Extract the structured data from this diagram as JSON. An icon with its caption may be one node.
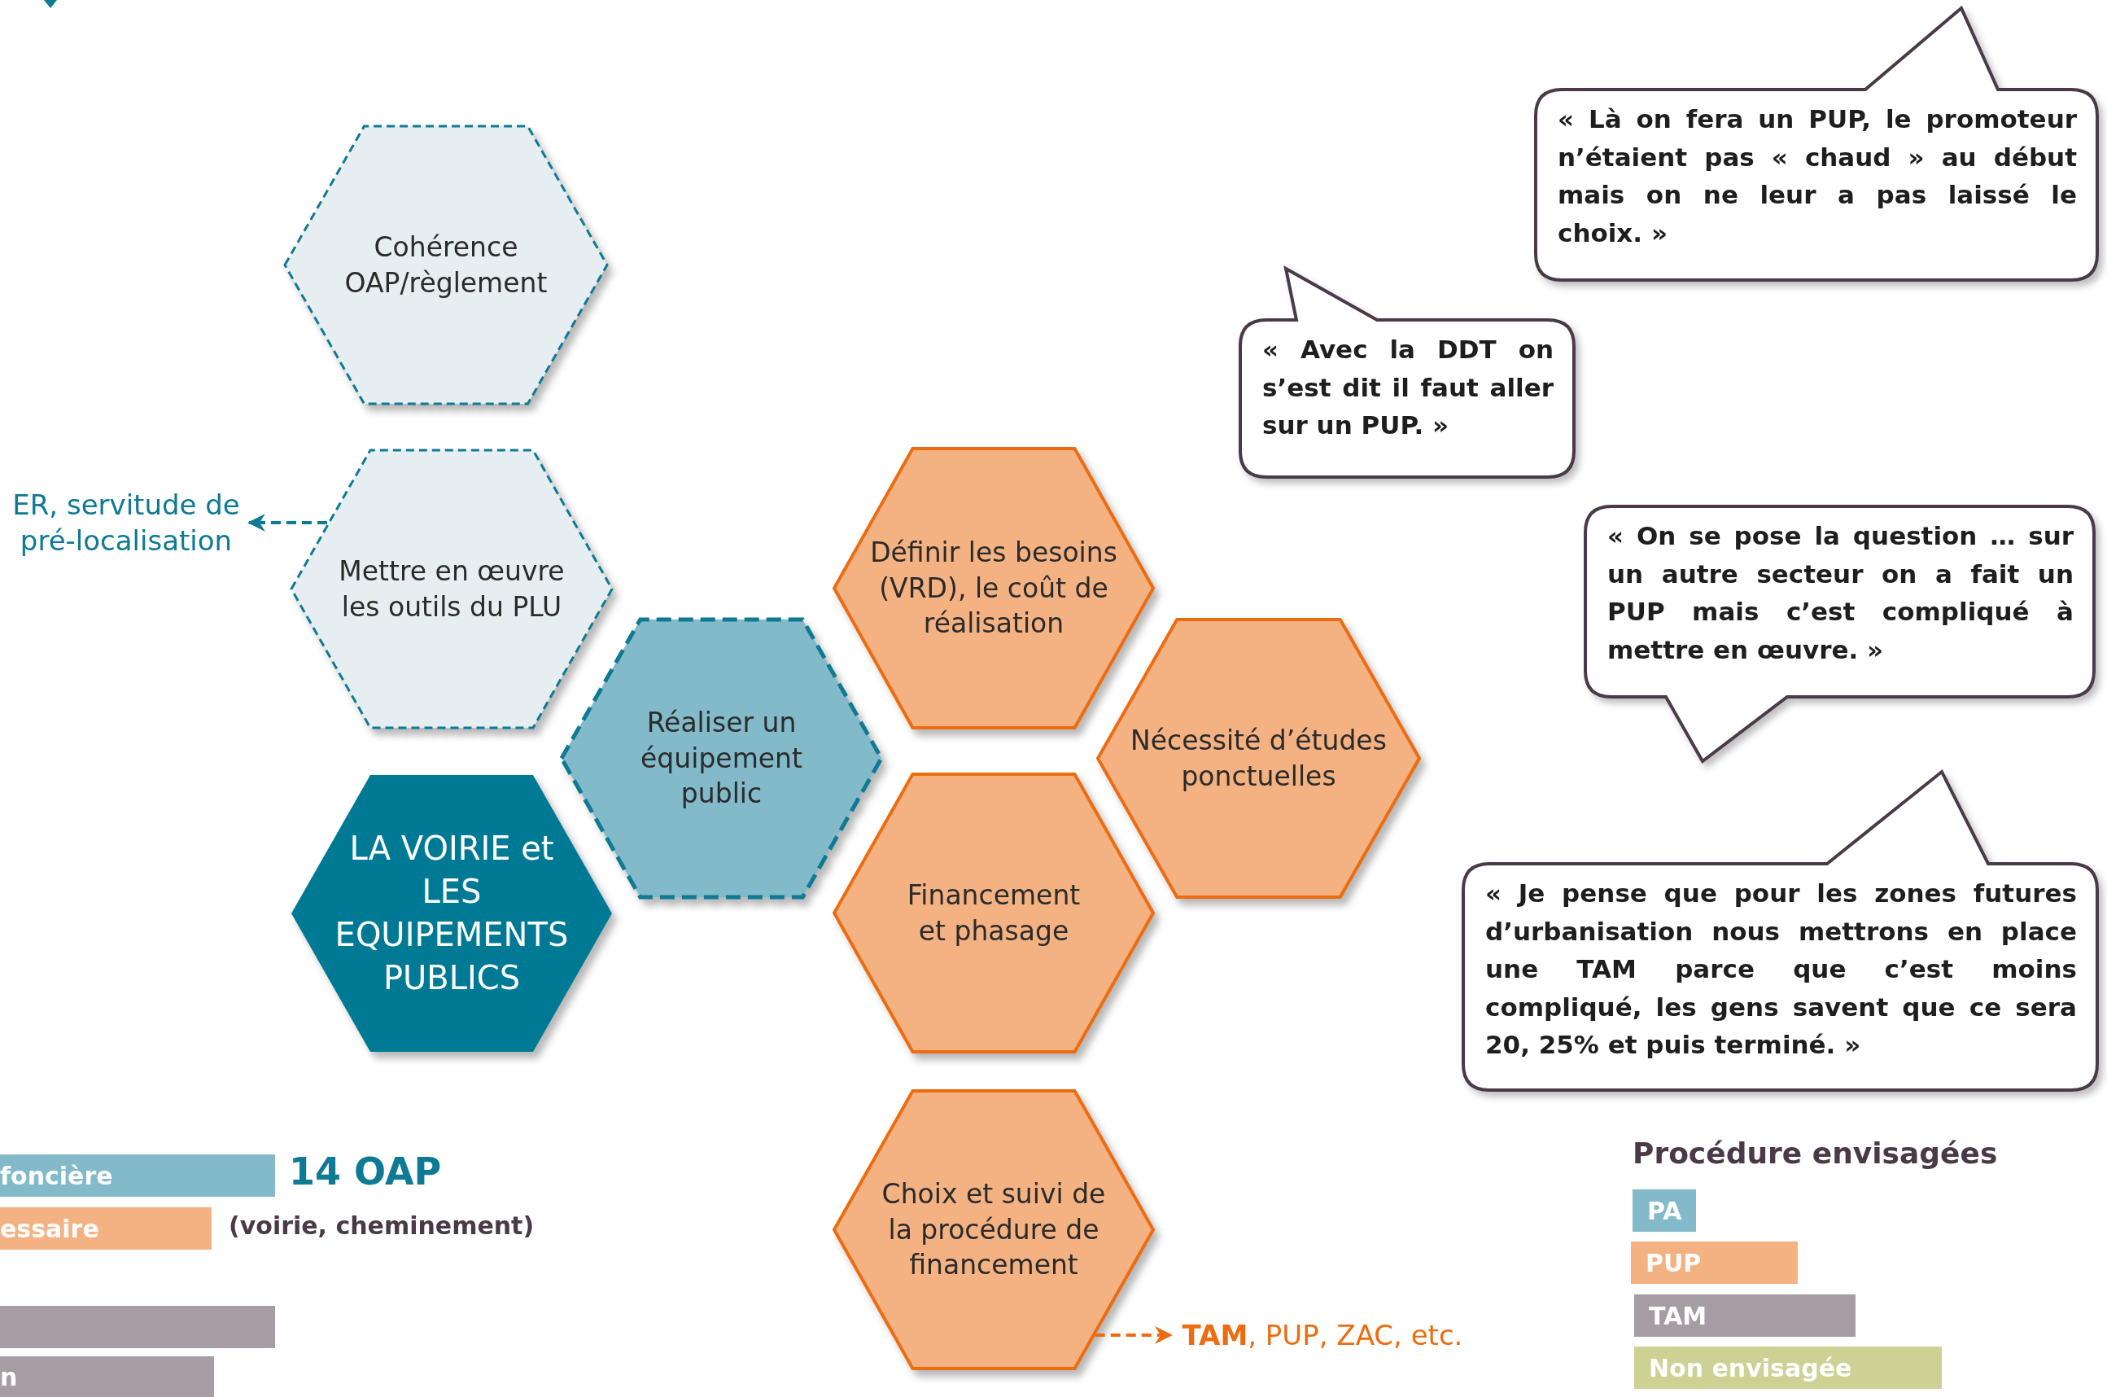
{
  "diagram": {
    "nodes": [
      {
        "text": [
          "Cohérence OAP/règlement"
        ]
      },
      {
        "text": [
          "Mettre en œuvre les outils du PLU"
        ]
      },
      {
        "text": [
          "Réaliser un équipement public"
        ]
      },
      {
        "text": [
          "LA VOIRIE et LES EQUIPEMENTS PUBLICS"
        ]
      },
      {
        "text": [
          "Définir les besoins (VRD), le coût de réalisation"
        ]
      },
      {
        "text": [
          "Nécessité d’études ponctuelles"
        ]
      },
      {
        "text": [
          "Financement et phasage"
        ]
      },
      {
        "text": [
          "Choix et suivi de la procédure de financement"
        ]
      },
      {
        "text": [
          "ER, servitude de pré-localisation"
        ]
      },
      {
        "text": [
          "**TAM**, PUP, ZAC, etc."
        ]
      },
      {
        "text": [
          "« Là on fera un PUP, le promoteur n’étaient pas « chaud » au début mais on ne leur a pas laissé le choix. »"
        ]
      },
      {
        "text": [
          "« Avec la DDT on s’est dit il faut aller sur un PUP. »"
        ]
      },
      {
        "text": [
          "« On se pose la question … sur un autre secteur on a fait un PUP mais c’est compliqué à mettre en œuvre. »"
        ]
      },
      {
        "text": [
          "« Je pense que pour les zones futures d’urbanisation nous mettrons en place une TAM parce que c’est moins compliqué, les gens savent que ce sera 20, 25% et puis terminé. »"
        ]
      }
    ],
    "edges": [
      {
        "from": 1,
        "to": 8,
        "arrow": "to",
        "style": "dashed",
        "color": "#0e7a94"
      },
      {
        "from": 7,
        "to": 9,
        "arrow": "to",
        "style": "dashed",
        "color": "#ee6c10"
      }
    ],
    "labels": [
      "foncière",
      "14 OAP",
      "essaire",
      "(voirie, cheminement)",
      "n",
      "Procédure envisagées"
    ],
    "legend": [
      {
        "text": "PA",
        "color": "#82bac9"
      },
      {
        "text": "PUP",
        "color": "#f4b283"
      },
      {
        "text": "TAM",
        "color": "#a69ca4"
      },
      {
        "text": "Non envisagée",
        "color": "#cdd193"
      }
    ]
  }
}
